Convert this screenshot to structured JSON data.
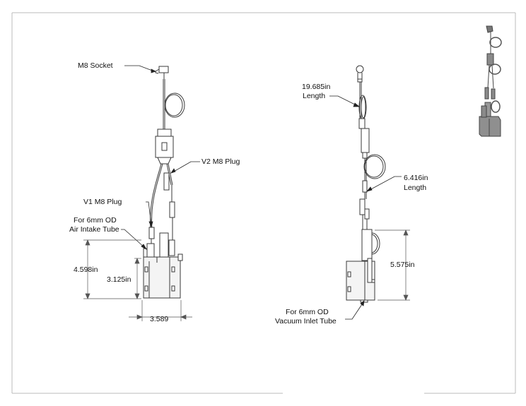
{
  "labels": {
    "m8_socket": "M8 Socket",
    "v2_plug": "V2 M8 Plug",
    "v1_plug": "V1 M8 Plug",
    "intake_line1": "For 6mm OD",
    "intake_line2": "Air Intake Tube",
    "dim_4598": "4.598in",
    "dim_3125": "3.125in",
    "dim_3589": "3.589",
    "length1_value": "19.685in",
    "length1_word": "Length",
    "length2_value": "6.416in",
    "length2_word": "Length",
    "dim_5575": "5.575in",
    "vacuum_line1": "For 6mm OD",
    "vacuum_line2": "Vacuum Inlet Tube"
  },
  "colors": {
    "line": "#3a3a3a",
    "body": "#dcdcdc",
    "thumb": "#8a8a8a"
  }
}
